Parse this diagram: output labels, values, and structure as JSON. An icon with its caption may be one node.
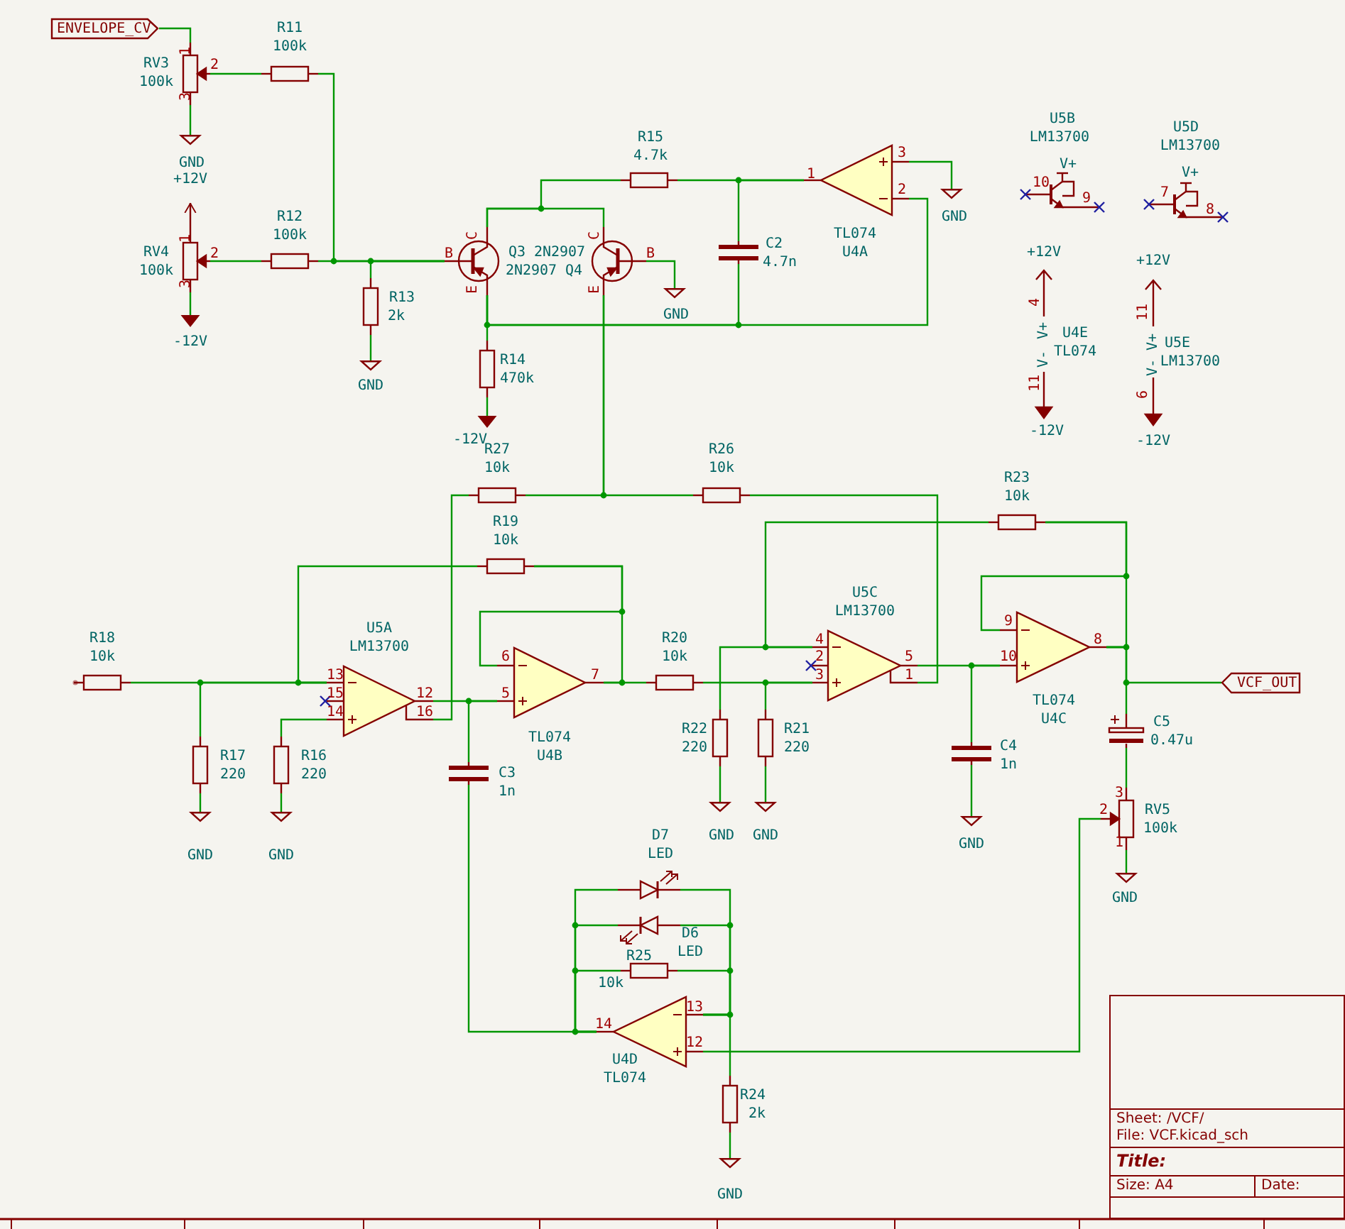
{
  "diagram": {
    "nodes": [
      {
        "text": [
          "ENVELOPE_CV"
        ]
      },
      {
        "text": [],
        "shape": "potentiometer",
        "beside": [
          "RV3",
          "100k"
        ]
      },
      {
        "text": [],
        "shape": "resistor",
        "beside": [
          "R11",
          "100k"
        ]
      },
      {
        "text": [],
        "shape": "ground",
        "beside": [
          "GND"
        ]
      },
      {
        "text": [
          "+12V"
        ]
      },
      {
        "text": [],
        "shape": "potentiometer",
        "beside": [
          "RV4",
          "100k"
        ]
      },
      {
        "text": [],
        "shape": "resistor",
        "beside": [
          "R12",
          "100k"
        ]
      },
      {
        "text": [],
        "shape": "supply",
        "beside": [
          "-12V"
        ]
      },
      {
        "text": [],
        "shape": "resistor",
        "beside": [
          "R13",
          "2k"
        ]
      },
      {
        "text": [],
        "shape": "ground",
        "beside": [
          "GND"
        ]
      },
      {
        "text": [],
        "shape": "transistor",
        "beside": [
          "Q3",
          "2N2907"
        ]
      },
      {
        "text": [],
        "shape": "transistor",
        "beside": [
          "2N2907",
          "Q4"
        ]
      },
      {
        "text": [],
        "shape": "ground",
        "beside": [
          "GND"
        ]
      },
      {
        "text": [],
        "shape": "resistor",
        "beside": [
          "R15",
          "4.7k"
        ]
      },
      {
        "text": [],
        "shape": "capacitor",
        "beside": [
          "C2",
          "4.7n"
        ]
      },
      {
        "text": [],
        "shape": "opamp",
        "beside": [
          "TL074",
          "U4A"
        ]
      },
      {
        "text": [],
        "shape": "ground",
        "beside": [
          "GND"
        ]
      },
      {
        "text": [],
        "shape": "resistor",
        "beside": [
          "R14",
          "470k"
        ]
      },
      {
        "text": [],
        "shape": "supply",
        "beside": [
          "-12V"
        ]
      },
      {
        "text": [],
        "shape": "transistor",
        "beside": [
          "U5B",
          "LM13700",
          "V+"
        ]
      },
      {
        "text": [],
        "shape": "transistor",
        "beside": [
          "U5D",
          "LM13700",
          "V+"
        ]
      },
      {
        "text": [],
        "shape": "bar",
        "beside": [
          "+12V",
          "U4E",
          "TL074",
          "-12V"
        ]
      },
      {
        "text": [],
        "shape": "bar",
        "beside": [
          "+12V",
          "U5E",
          "LM13700",
          "-12V"
        ]
      },
      {
        "text": [],
        "shape": "resistor",
        "beside": [
          "R27",
          "10k"
        ]
      },
      {
        "text": [],
        "shape": "resistor",
        "beside": [
          "R26",
          "10k"
        ]
      },
      {
        "text": [],
        "shape": "resistor",
        "beside": [
          "R23",
          "10k"
        ]
      },
      {
        "text": [],
        "shape": "resistor",
        "beside": [
          "R19",
          "10k"
        ]
      },
      {
        "text": [],
        "shape": "resistor",
        "beside": [
          "R18",
          "10k"
        ]
      },
      {
        "text": [],
        "shape": "opamp",
        "beside": [
          "U5A",
          "LM13700"
        ]
      },
      {
        "text": [],
        "shape": "opamp",
        "beside": [
          "TL074",
          "U4B"
        ]
      },
      {
        "text": [],
        "shape": "resistor",
        "beside": [
          "R20",
          "10k"
        ]
      },
      {
        "text": [],
        "shape": "opamp",
        "beside": [
          "U5C",
          "LM13700"
        ]
      },
      {
        "text": [],
        "shape": "opamp",
        "beside": [
          "TL074",
          "U4C"
        ]
      },
      {
        "text": [
          "VCF_OUT"
        ]
      },
      {
        "text": [],
        "shape": "resistor",
        "beside": [
          "R17",
          "220"
        ]
      },
      {
        "text": [],
        "shape": "resistor",
        "beside": [
          "R16",
          "220"
        ]
      },
      {
        "text": [],
        "shape": "capacitor",
        "beside": [
          "C3",
          "1n"
        ]
      },
      {
        "text": [],
        "shape": "resistor",
        "beside": [
          "R22",
          "220"
        ]
      },
      {
        "text": [],
        "shape": "resistor",
        "beside": [
          "R21",
          "220"
        ]
      },
      {
        "text": [],
        "shape": "capacitor",
        "beside": [
          "C4",
          "1n"
        ]
      },
      {
        "text": [],
        "shape": "capacitor",
        "beside": [
          "C5",
          "0.47u"
        ]
      },
      {
        "text": [],
        "shape": "potentiometer",
        "beside": [
          "RV5",
          "100k"
        ]
      },
      {
        "text": [],
        "shape": "ground",
        "beside": [
          "GND"
        ]
      },
      {
        "text": [],
        "shape": "ground",
        "beside": [
          "GND"
        ]
      },
      {
        "text": [],
        "shape": "ground",
        "beside": [
          "GND"
        ]
      },
      {
        "text": [],
        "shape": "ground",
        "beside": [
          "GND"
        ]
      },
      {
        "text": [],
        "shape": "ground",
        "beside": [
          "GND"
        ]
      },
      {
        "text": [],
        "shape": "ground",
        "beside": [
          "GND"
        ]
      },
      {
        "text": [],
        "shape": "led",
        "beside": [
          "D7",
          "LED"
        ]
      },
      {
        "text": [],
        "shape": "led",
        "beside": [
          "D6",
          "LED"
        ]
      },
      {
        "text": [],
        "shape": "resistor",
        "beside": [
          "10k",
          "R25"
        ]
      },
      {
        "text": [],
        "shape": "opamp",
        "beside": [
          "U4D",
          "TL074"
        ]
      },
      {
        "text": [],
        "shape": "resistor",
        "beside": [
          "R24",
          "2k"
        ]
      },
      {
        "text": [],
        "shape": "ground",
        "beside": [
          "GND"
        ]
      },
      {
        "text": [],
        "shape": "box"
      },
      {
        "text": [
          "Sheet: /VCF/",
          "File: VCF.kicad_sch"
        ],
        "in": 54
      },
      {
        "text": [
          "Title:"
        ],
        "in": 54
      },
      {
        "text": [
          "Size: A4"
        ],
        "in": 54
      },
      {
        "text": [
          "Date:"
        ],
        "in": 54
      }
    ],
    "edges": [
      {
        "from": 0,
        "to": 1,
        "arrow": "none"
      },
      {
        "from": 1,
        "to": 2,
        "arrow": "none"
      },
      {
        "from": 1,
        "to": 3,
        "arrow": "none"
      },
      {
        "from": 2,
        "to": 10,
        "arrow": "none"
      },
      {
        "from": 5,
        "to": 4,
        "arrow": "to",
        "color": "#840000"
      },
      {
        "from": 5,
        "to": 6,
        "arrow": "none"
      },
      {
        "from": 5,
        "to": 7,
        "arrow": "none"
      },
      {
        "from": 6,
        "to": 10,
        "arrow": "none"
      },
      {
        "from": 8,
        "to": 10,
        "arrow": "none"
      },
      {
        "from": 8,
        "to": 9,
        "arrow": "none"
      },
      {
        "from": 10,
        "to": 11,
        "arrow": "none"
      },
      {
        "from": 10,
        "to": 13,
        "arrow": "none"
      },
      {
        "from": 11,
        "to": 12,
        "arrow": "none"
      },
      {
        "from": 13,
        "to": 15,
        "arrow": "none"
      },
      {
        "from": 14,
        "to": 15,
        "arrow": "none"
      },
      {
        "from": 10,
        "to": 17,
        "arrow": "none"
      },
      {
        "from": 14,
        "to": 10,
        "arrow": "none"
      },
      {
        "from": 15,
        "to": 10,
        "arrow": "none"
      },
      {
        "from": 15,
        "to": 16,
        "arrow": "none"
      },
      {
        "from": 17,
        "to": 18,
        "arrow": "none"
      },
      {
        "from": 11,
        "to": 23,
        "arrow": "none"
      },
      {
        "from": 11,
        "to": 24,
        "arrow": "none"
      },
      {
        "from": 23,
        "to": 28,
        "arrow": "none"
      },
      {
        "from": 24,
        "to": 31,
        "arrow": "none"
      },
      {
        "from": 26,
        "to": 28,
        "arrow": "none"
      },
      {
        "from": 26,
        "to": 29,
        "arrow": "none"
      },
      {
        "from": 26,
        "to": 29,
        "arrow": "none"
      },
      {
        "from": 27,
        "to": 28,
        "arrow": "none"
      },
      {
        "from": 28,
        "to": 29,
        "arrow": "none"
      },
      {
        "from": 28,
        "to": 35,
        "arrow": "none"
      },
      {
        "from": 29,
        "to": 30,
        "arrow": "none"
      },
      {
        "from": 30,
        "to": 31,
        "arrow": "none"
      },
      {
        "from": 25,
        "to": 31,
        "arrow": "none"
      },
      {
        "from": 31,
        "to": 32,
        "arrow": "none"
      },
      {
        "from": 25,
        "to": 32,
        "arrow": "none"
      },
      {
        "from": 25,
        "to": 32,
        "arrow": "none"
      },
      {
        "from": 32,
        "to": 33,
        "arrow": "none"
      },
      {
        "from": 34,
        "to": 28,
        "arrow": "none"
      },
      {
        "from": 34,
        "to": 42,
        "arrow": "none"
      },
      {
        "from": 35,
        "to": 43,
        "arrow": "none"
      },
      {
        "from": 36,
        "to": 29,
        "arrow": "none"
      },
      {
        "from": 36,
        "to": 51,
        "arrow": "none"
      },
      {
        "from": 37,
        "to": 31,
        "arrow": "none"
      },
      {
        "from": 37,
        "to": 44,
        "arrow": "none"
      },
      {
        "from": 38,
        "to": 31,
        "arrow": "none"
      },
      {
        "from": 38,
        "to": 45,
        "arrow": "none"
      },
      {
        "from": 39,
        "to": 32,
        "arrow": "none"
      },
      {
        "from": 39,
        "to": 46,
        "arrow": "none"
      },
      {
        "from": 32,
        "to": 40,
        "arrow": "none"
      },
      {
        "from": 40,
        "to": 41,
        "arrow": "none"
      },
      {
        "from": 41,
        "to": 51,
        "arrow": "none"
      },
      {
        "from": 41,
        "to": 47,
        "arrow": "none"
      },
      {
        "from": 48,
        "to": 51,
        "arrow": "none"
      },
      {
        "from": 49,
        "to": 51,
        "arrow": "none"
      },
      {
        "from": 50,
        "to": 51,
        "arrow": "none"
      },
      {
        "from": 48,
        "to": 51,
        "arrow": "none"
      },
      {
        "from": 49,
        "to": 51,
        "arrow": "none"
      },
      {
        "from": 50,
        "to": 51,
        "arrow": "none"
      },
      {
        "from": 51,
        "to": 52,
        "arrow": "none"
      },
      {
        "from": 52,
        "to": 53,
        "arrow": "none"
      }
    ],
    "labels": [
      "1",
      "2",
      "3",
      "1",
      "3",
      "2",
      "10",
      "9",
      "7",
      "8",
      "1",
      "2",
      "B",
      "C",
      "C",
      "B",
      "3",
      "E",
      "E",
      "4",
      "11",
      "V+",
      "V-",
      "6",
      "11",
      "V+",
      "V-",
      "13",
      "15",
      "14",
      "12",
      "16",
      "6",
      "5",
      "7",
      "4",
      "2",
      "3",
      "5",
      "1",
      "9",
      "10",
      "8",
      "2",
      "3",
      "1",
      "14",
      "13",
      "12"
    ]
  }
}
